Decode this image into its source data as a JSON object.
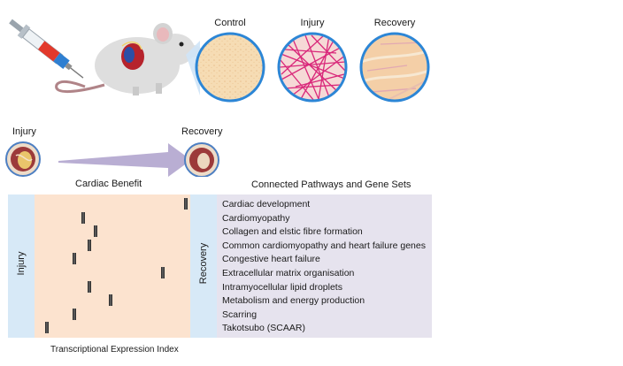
{
  "histology": {
    "control_label": "Control",
    "injury_label": "Injury",
    "recovery_label": "Recovery"
  },
  "flow": {
    "injury_label": "Injury",
    "recovery_label": "Recovery",
    "benefit_label": "Cardiac Benefit"
  },
  "panel": {
    "pathways_title": "Connected Pathways and Gene Sets",
    "injury_axis_label": "Injury",
    "recovery_axis_label": "Recovery",
    "x_axis_label": "Transcriptional Expression Index",
    "pathways": [
      "Cardiac development",
      "Cardiomyopathy",
      "Collagen and elstic fibre formation",
      "Common cardiomyopathy and heart failure genes",
      "Congestive heart failure",
      "Extracellular matrix organisation",
      "Intramyocellular lipid droplets",
      "Metabolism and energy production",
      "Scarring",
      "Takotsubo (SCAAR)"
    ],
    "marker_positions": [
      0.98,
      0.3,
      0.38,
      0.34,
      0.24,
      0.83,
      0.34,
      0.48,
      0.24,
      0.06
    ]
  },
  "colors": {
    "injury_band": "#d7e9f7",
    "expression_field": "#fce3cf",
    "pathway_box": "#e6e3ee",
    "arrow": "#b9aed3",
    "marker": "#2d2d2d"
  }
}
